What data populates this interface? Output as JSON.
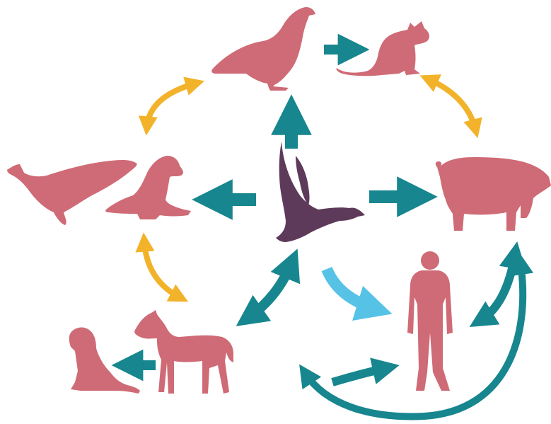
{
  "colors": {
    "background": "#ffffff",
    "host_species": "#cf6b76",
    "source_wild_bird": "#5e3a5a",
    "direct_transmission": "#17868e",
    "cross_species_link": "#f2b32a",
    "human_transmission": "#56c2e6"
  },
  "nodes": {
    "wild_bird": {
      "icon": "flying-duck-icon"
    },
    "poultry": {
      "icon": "chicken-icon"
    },
    "cat": {
      "icon": "cat-icon"
    },
    "pig": {
      "icon": "pig-icon"
    },
    "whale": {
      "icon": "whale-icon"
    },
    "seal": {
      "icon": "seal-icon"
    },
    "human": {
      "icon": "human-icon"
    },
    "horse": {
      "icon": "horse-icon"
    },
    "dog": {
      "icon": "dog-icon"
    }
  },
  "edges": [
    {
      "from": "wild_bird",
      "to": "poultry",
      "kind": "direct_transmission"
    },
    {
      "from": "wild_bird",
      "to": "seal",
      "kind": "direct_transmission"
    },
    {
      "from": "wild_bird",
      "to": "pig",
      "kind": "direct_transmission"
    },
    {
      "from": "wild_bird",
      "to": "horse",
      "kind": "direct_transmission",
      "bidirectional": true
    },
    {
      "from": "wild_bird",
      "to": "human",
      "kind": "human_transmission"
    },
    {
      "from": "poultry",
      "to": "cat",
      "kind": "direct_transmission"
    },
    {
      "from": "horse",
      "to": "dog",
      "kind": "direct_transmission"
    },
    {
      "from": "poultry",
      "to": "seal",
      "kind": "cross_species_link",
      "bidirectional": true
    },
    {
      "from": "cat",
      "to": "pig",
      "kind": "cross_species_link",
      "bidirectional": true
    },
    {
      "from": "seal",
      "to": "horse",
      "kind": "cross_species_link",
      "bidirectional": true
    },
    {
      "from": "human",
      "to": "pig",
      "kind": "direct_transmission",
      "bidirectional": true
    },
    {
      "from": "human",
      "to": "human",
      "kind": "direct_transmission",
      "bidirectional": true
    }
  ]
}
